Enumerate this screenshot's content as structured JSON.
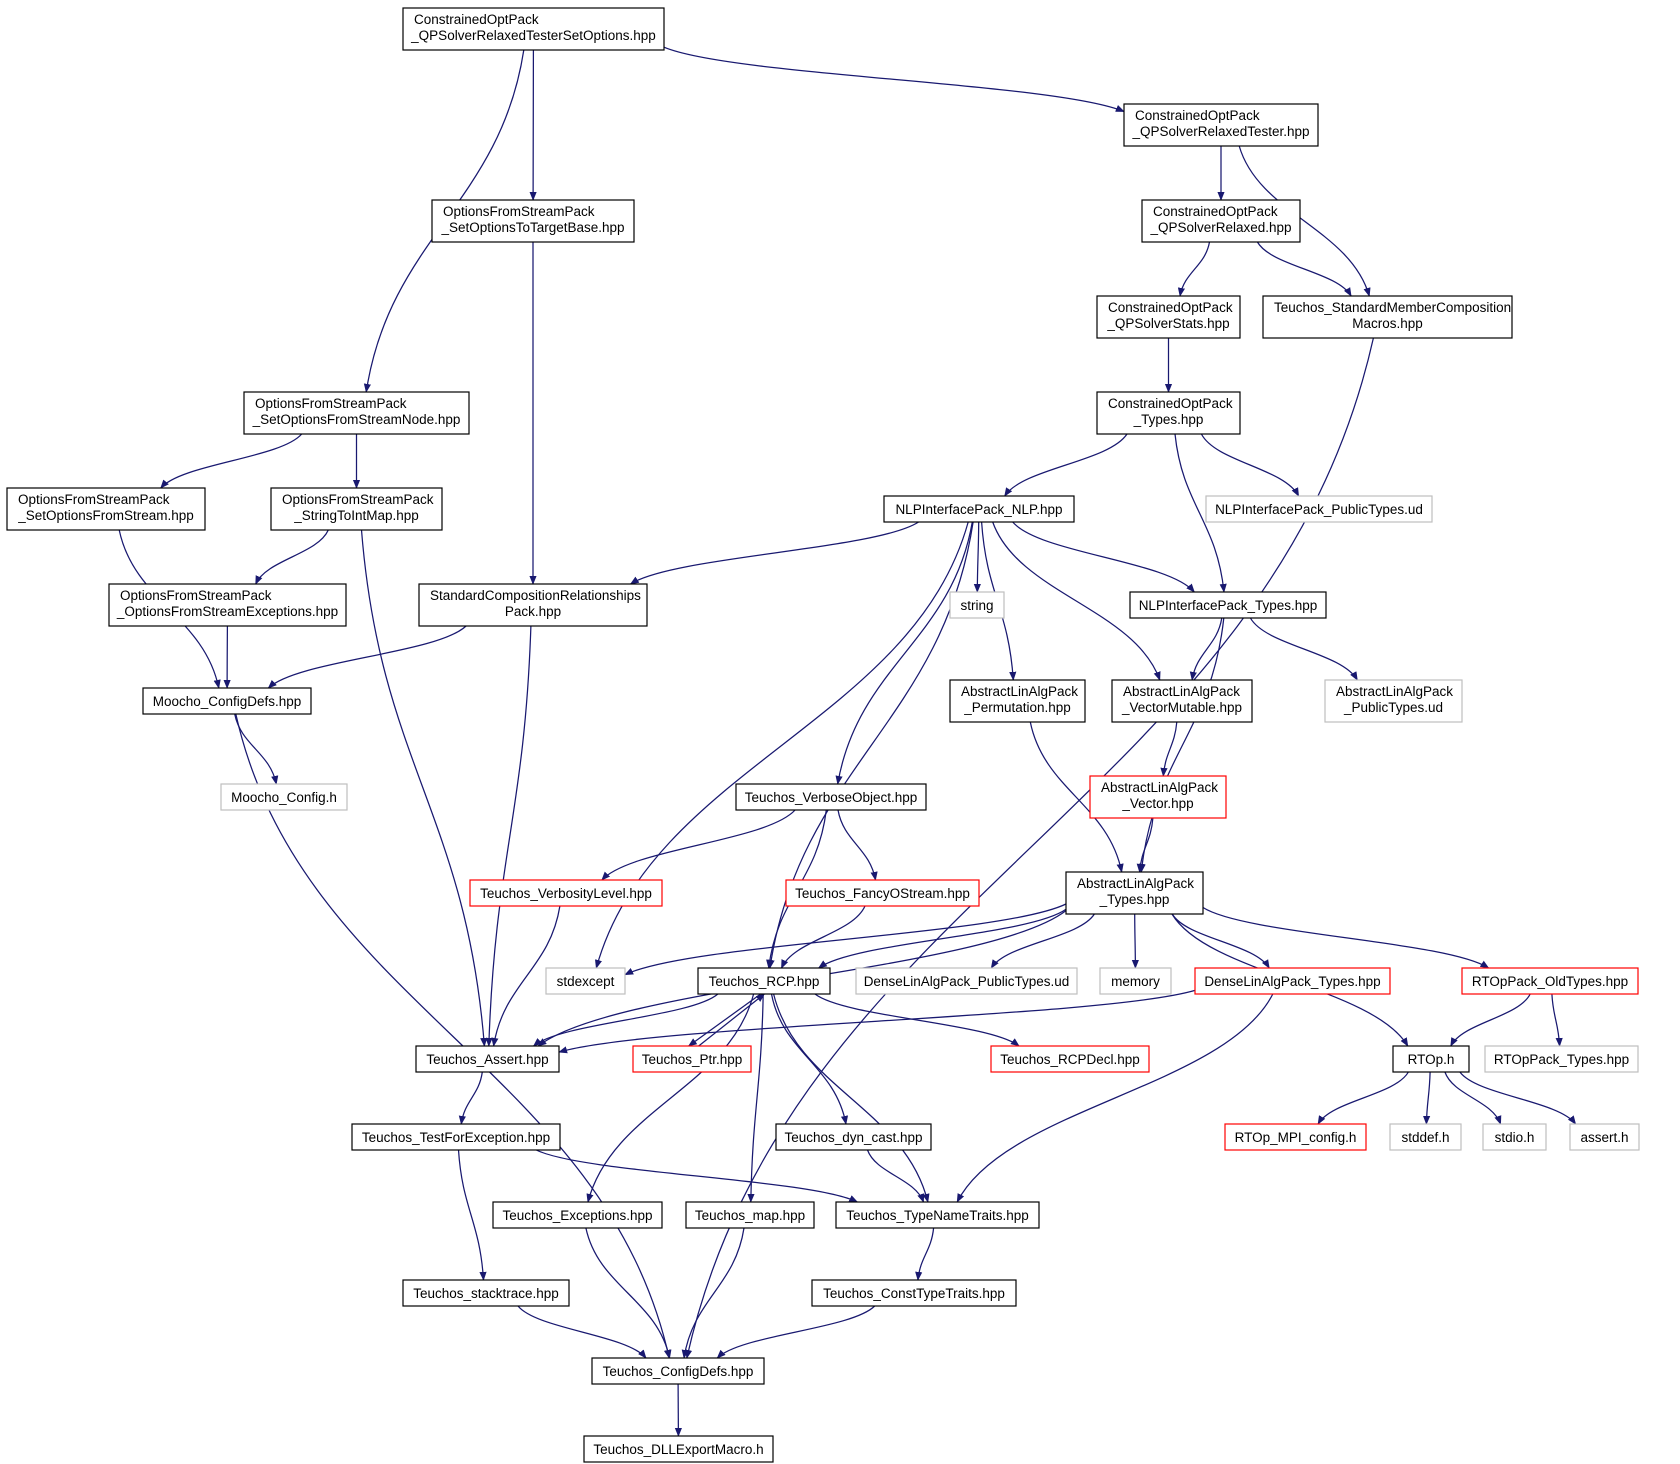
{
  "colors": {
    "edge": "#191970",
    "border_normal": "#000000",
    "border_missing": "#bfbfbf",
    "border_truncated": "#ff0000",
    "fill_root": "#bfbfbf",
    "fill_default": "#ffffff"
  },
  "nodes": [
    {
      "id": "root",
      "lines": [
        "ConstrainedOptPack",
        "_QPSolverRelaxedTesterSetOptions.hpp"
      ],
      "style": "root"
    },
    {
      "id": "tester",
      "lines": [
        "ConstrainedOptPack",
        "_QPSolverRelaxedTester.hpp"
      ],
      "style": "normal"
    },
    {
      "id": "setopt_target",
      "lines": [
        "OptionsFromStreamPack",
        "_SetOptionsToTargetBase.hpp"
      ],
      "style": "normal"
    },
    {
      "id": "relaxed",
      "lines": [
        "ConstrainedOptPack",
        "_QPSolverRelaxed.hpp"
      ],
      "style": "normal"
    },
    {
      "id": "stats",
      "lines": [
        "ConstrainedOptPack",
        "_QPSolverStats.hpp"
      ],
      "style": "normal"
    },
    {
      "id": "smc",
      "lines": [
        "Teuchos_StandardMemberComposition",
        "Macros.hpp"
      ],
      "style": "normal"
    },
    {
      "id": "setopt_node",
      "lines": [
        "OptionsFromStreamPack",
        "_SetOptionsFromStreamNode.hpp"
      ],
      "style": "normal"
    },
    {
      "id": "cop_types",
      "lines": [
        "ConstrainedOptPack",
        "_Types.hpp"
      ],
      "style": "normal"
    },
    {
      "id": "setopt_stream",
      "lines": [
        "OptionsFromStreamPack",
        "_SetOptionsFromStream.hpp"
      ],
      "style": "normal"
    },
    {
      "id": "str2int",
      "lines": [
        "OptionsFromStreamPack",
        "_StringToIntMap.hpp"
      ],
      "style": "normal"
    },
    {
      "id": "nlp",
      "lines": [
        "NLPInterfacePack_NLP.hpp"
      ],
      "style": "normal"
    },
    {
      "id": "nlp_pub",
      "lines": [
        "NLPInterfacePack_PublicTypes.ud"
      ],
      "style": "missing"
    },
    {
      "id": "ofs_exc",
      "lines": [
        "OptionsFromStreamPack",
        "_OptionsFromStreamExceptions.hpp"
      ],
      "style": "normal"
    },
    {
      "id": "scrp",
      "lines": [
        "StandardCompositionRelationships",
        "Pack.hpp"
      ],
      "style": "normal"
    },
    {
      "id": "string",
      "lines": [
        "string"
      ],
      "style": "missing"
    },
    {
      "id": "nlp_types",
      "lines": [
        "NLPInterfacePack_Types.hpp"
      ],
      "style": "normal"
    },
    {
      "id": "moocho_cfg",
      "lines": [
        "Moocho_ConfigDefs.hpp"
      ],
      "style": "normal"
    },
    {
      "id": "perm",
      "lines": [
        "AbstractLinAlgPack",
        "_Permutation.hpp"
      ],
      "style": "normal"
    },
    {
      "id": "vecmut",
      "lines": [
        "AbstractLinAlgPack",
        "_VectorMutable.hpp"
      ],
      "style": "normal"
    },
    {
      "id": "alap_pub",
      "lines": [
        "AbstractLinAlgPack",
        "_PublicTypes.ud"
      ],
      "style": "missing"
    },
    {
      "id": "moocho_config_h",
      "lines": [
        "Moocho_Config.h"
      ],
      "style": "missing"
    },
    {
      "id": "verbose",
      "lines": [
        "Teuchos_VerboseObject.hpp"
      ],
      "style": "normal"
    },
    {
      "id": "alap_vec",
      "lines": [
        "AbstractLinAlgPack",
        "_Vector.hpp"
      ],
      "style": "truncated"
    },
    {
      "id": "verbosity",
      "lines": [
        "Teuchos_VerbosityLevel.hpp"
      ],
      "style": "truncated"
    },
    {
      "id": "fancy",
      "lines": [
        "Teuchos_FancyOStream.hpp"
      ],
      "style": "truncated"
    },
    {
      "id": "alap_types",
      "lines": [
        "AbstractLinAlgPack",
        "_Types.hpp"
      ],
      "style": "normal"
    },
    {
      "id": "stdexcept",
      "lines": [
        "stdexcept"
      ],
      "style": "missing"
    },
    {
      "id": "rcp",
      "lines": [
        "Teuchos_RCP.hpp"
      ],
      "style": "normal"
    },
    {
      "id": "dla_pub",
      "lines": [
        "DenseLinAlgPack_PublicTypes.ud"
      ],
      "style": "missing"
    },
    {
      "id": "memory",
      "lines": [
        "memory"
      ],
      "style": "missing"
    },
    {
      "id": "dla_types",
      "lines": [
        "DenseLinAlgPack_Types.hpp"
      ],
      "style": "truncated"
    },
    {
      "id": "rtop_old",
      "lines": [
        "RTOpPack_OldTypes.hpp"
      ],
      "style": "truncated"
    },
    {
      "id": "assert",
      "lines": [
        "Teuchos_Assert.hpp"
      ],
      "style": "normal"
    },
    {
      "id": "ptr",
      "lines": [
        "Teuchos_Ptr.hpp"
      ],
      "style": "truncated"
    },
    {
      "id": "rcpdecl",
      "lines": [
        "Teuchos_RCPDecl.hpp"
      ],
      "style": "truncated"
    },
    {
      "id": "rtop_h",
      "lines": [
        "RTOp.h"
      ],
      "style": "normal"
    },
    {
      "id": "rtop_types",
      "lines": [
        "RTOpPack_Types.hpp"
      ],
      "style": "missing"
    },
    {
      "id": "tfe",
      "lines": [
        "Teuchos_TestForException.hpp"
      ],
      "style": "normal"
    },
    {
      "id": "dyncast",
      "lines": [
        "Teuchos_dyn_cast.hpp"
      ],
      "style": "normal"
    },
    {
      "id": "rtop_mpi",
      "lines": [
        "RTOp_MPI_config.h"
      ],
      "style": "truncated"
    },
    {
      "id": "stddef",
      "lines": [
        "stddef.h"
      ],
      "style": "missing"
    },
    {
      "id": "stdio",
      "lines": [
        "stdio.h"
      ],
      "style": "missing"
    },
    {
      "id": "assert_h",
      "lines": [
        "assert.h"
      ],
      "style": "missing"
    },
    {
      "id": "exceptions",
      "lines": [
        "Teuchos_Exceptions.hpp"
      ],
      "style": "normal"
    },
    {
      "id": "map",
      "lines": [
        "Teuchos_map.hpp"
      ],
      "style": "normal"
    },
    {
      "id": "tnt",
      "lines": [
        "Teuchos_TypeNameTraits.hpp"
      ],
      "style": "normal"
    },
    {
      "id": "stacktrace",
      "lines": [
        "Teuchos_stacktrace.hpp"
      ],
      "style": "normal"
    },
    {
      "id": "ctt",
      "lines": [
        "Teuchos_ConstTypeTraits.hpp"
      ],
      "style": "normal"
    },
    {
      "id": "teuchos_cfg",
      "lines": [
        "Teuchos_ConfigDefs.hpp"
      ],
      "style": "normal"
    },
    {
      "id": "dll",
      "lines": [
        "Teuchos_DLLExportMacro.h"
      ],
      "style": "normal"
    }
  ],
  "edges": [
    [
      "root",
      "setopt_node"
    ],
    [
      "root",
      "setopt_target"
    ],
    [
      "root",
      "tester"
    ],
    [
      "tester",
      "relaxed"
    ],
    [
      "tester",
      "smc"
    ],
    [
      "relaxed",
      "stats"
    ],
    [
      "relaxed",
      "smc"
    ],
    [
      "smc",
      "teuchos_cfg"
    ],
    [
      "stats",
      "cop_types"
    ],
    [
      "cop_types",
      "nlp"
    ],
    [
      "cop_types",
      "nlp_types"
    ],
    [
      "cop_types",
      "nlp_pub"
    ],
    [
      "setopt_target",
      "scrp"
    ],
    [
      "setopt_node",
      "setopt_stream"
    ],
    [
      "setopt_node",
      "str2int"
    ],
    [
      "setopt_stream",
      "moocho_cfg"
    ],
    [
      "str2int",
      "ofs_exc"
    ],
    [
      "str2int",
      "assert"
    ],
    [
      "ofs_exc",
      "moocho_cfg"
    ],
    [
      "scrp",
      "moocho_cfg"
    ],
    [
      "scrp",
      "assert"
    ],
    [
      "moocho_cfg",
      "moocho_config_h"
    ],
    [
      "moocho_cfg",
      "teuchos_cfg"
    ],
    [
      "nlp",
      "scrp"
    ],
    [
      "nlp",
      "stdexcept"
    ],
    [
      "nlp",
      "verbose"
    ],
    [
      "nlp",
      "rcp"
    ],
    [
      "nlp",
      "string"
    ],
    [
      "nlp",
      "perm"
    ],
    [
      "nlp",
      "vecmut"
    ],
    [
      "nlp",
      "nlp_types"
    ],
    [
      "nlp_types",
      "vecmut"
    ],
    [
      "nlp_types",
      "alap_pub"
    ],
    [
      "nlp_types",
      "alap_types"
    ],
    [
      "perm",
      "alap_types"
    ],
    [
      "vecmut",
      "alap_vec"
    ],
    [
      "alap_vec",
      "alap_types"
    ],
    [
      "verbose",
      "verbosity"
    ],
    [
      "verbose",
      "fancy"
    ],
    [
      "verbose",
      "rcp"
    ],
    [
      "verbosity",
      "assert"
    ],
    [
      "fancy",
      "rcp"
    ],
    [
      "alap_types",
      "stdexcept"
    ],
    [
      "alap_types",
      "rcp"
    ],
    [
      "alap_types",
      "dla_pub"
    ],
    [
      "alap_types",
      "memory"
    ],
    [
      "alap_types",
      "dla_types"
    ],
    [
      "alap_types",
      "rtop_old"
    ],
    [
      "alap_types",
      "rtop_h"
    ],
    [
      "alap_types",
      "assert"
    ],
    [
      "dla_types",
      "assert"
    ],
    [
      "dla_types",
      "tnt"
    ],
    [
      "rtop_old",
      "rtop_h"
    ],
    [
      "rtop_old",
      "rtop_types"
    ],
    [
      "rtop_h",
      "rtop_mpi"
    ],
    [
      "rtop_h",
      "stddef"
    ],
    [
      "rtop_h",
      "stdio"
    ],
    [
      "rtop_h",
      "assert_h"
    ],
    [
      "rcp",
      "assert"
    ],
    [
      "rcp",
      "ptr"
    ],
    [
      "rcp",
      "rcpdecl"
    ],
    [
      "rcp",
      "exceptions"
    ],
    [
      "rcp",
      "map"
    ],
    [
      "rcp",
      "dyncast"
    ],
    [
      "rcp",
      "tnt"
    ],
    [
      "ptr",
      "rcp"
    ],
    [
      "assert",
      "tfe"
    ],
    [
      "tfe",
      "stacktrace"
    ],
    [
      "tfe",
      "tnt"
    ],
    [
      "dyncast",
      "tnt"
    ],
    [
      "tnt",
      "ctt"
    ],
    [
      "exceptions",
      "teuchos_cfg"
    ],
    [
      "map",
      "teuchos_cfg"
    ],
    [
      "stacktrace",
      "teuchos_cfg"
    ],
    [
      "ctt",
      "teuchos_cfg"
    ],
    [
      "teuchos_cfg",
      "dll"
    ]
  ]
}
